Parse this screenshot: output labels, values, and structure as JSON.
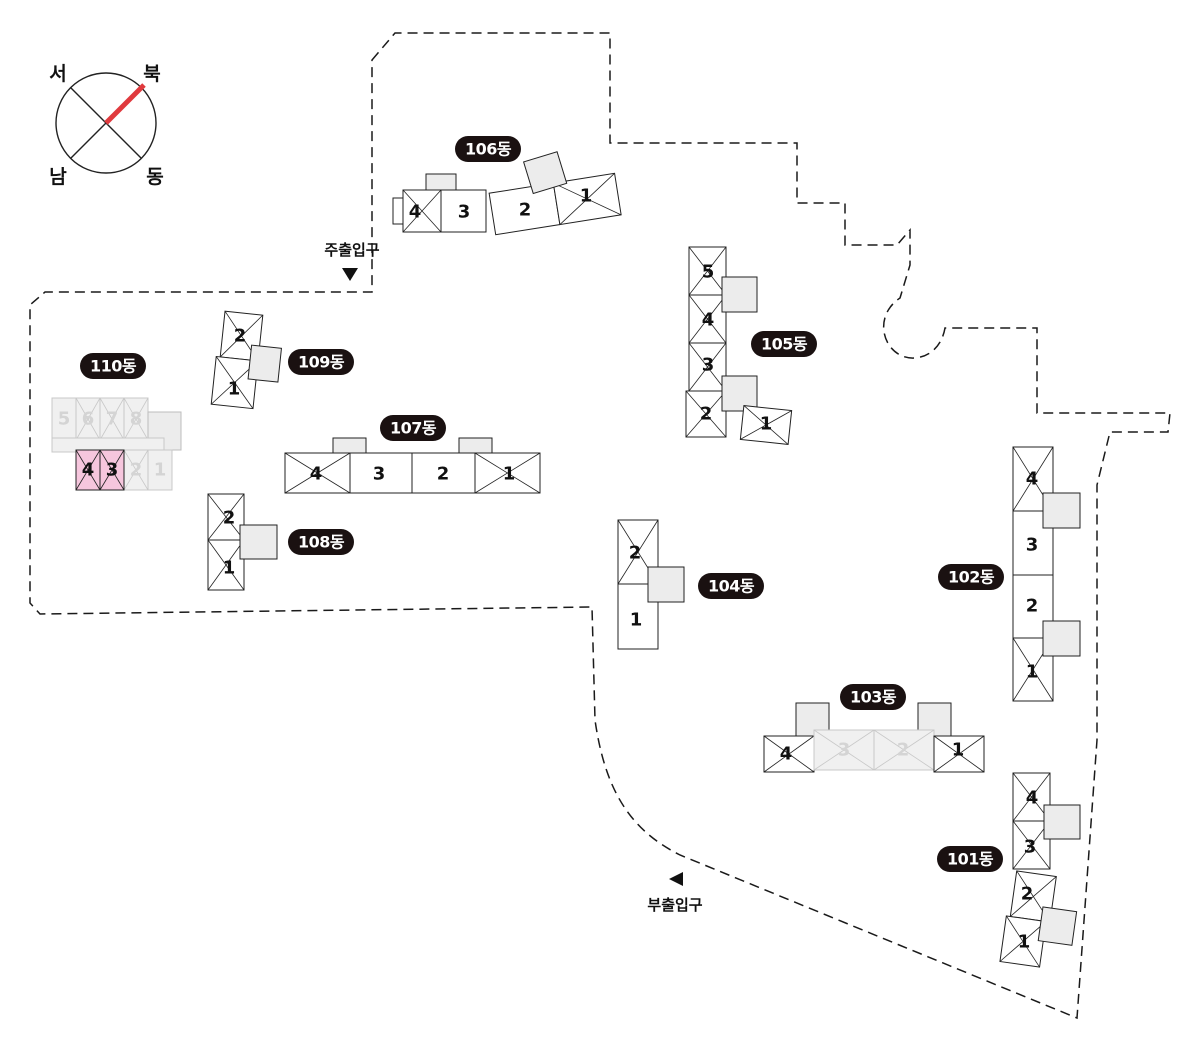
{
  "compass": {
    "north": "북",
    "south": "남",
    "east": "동",
    "west": "서",
    "north_line_color": "#e03a3e"
  },
  "entrances": {
    "main": "주출입구",
    "sub": "부출입구"
  },
  "buildings": {
    "b101": {
      "label": "101동",
      "lines": [
        "4",
        "3",
        "2",
        "1"
      ]
    },
    "b102": {
      "label": "102동",
      "lines": [
        "4",
        "3",
        "2",
        "1"
      ]
    },
    "b103": {
      "label": "103동",
      "lines": [
        "4",
        "3",
        "2",
        "1"
      ]
    },
    "b104": {
      "label": "104동",
      "lines": [
        "2",
        "1"
      ]
    },
    "b105": {
      "label": "105동",
      "lines": [
        "5",
        "4",
        "3",
        "2",
        "1"
      ]
    },
    "b106": {
      "label": "106동",
      "lines": [
        "4",
        "3",
        "2",
        "1"
      ]
    },
    "b107": {
      "label": "107동",
      "lines": [
        "4",
        "3",
        "2",
        "1"
      ]
    },
    "b108": {
      "label": "108동",
      "lines": [
        "2",
        "1"
      ]
    },
    "b109": {
      "label": "109동",
      "lines": [
        "2",
        "1"
      ]
    },
    "b110": {
      "label": "110동",
      "lines": [
        "5",
        "6",
        "7",
        "8",
        "4",
        "3",
        "2",
        "1"
      ]
    }
  },
  "highlight": {
    "building": "110동",
    "lines": [
      "4",
      "3"
    ],
    "color": "#f6c6dd"
  }
}
